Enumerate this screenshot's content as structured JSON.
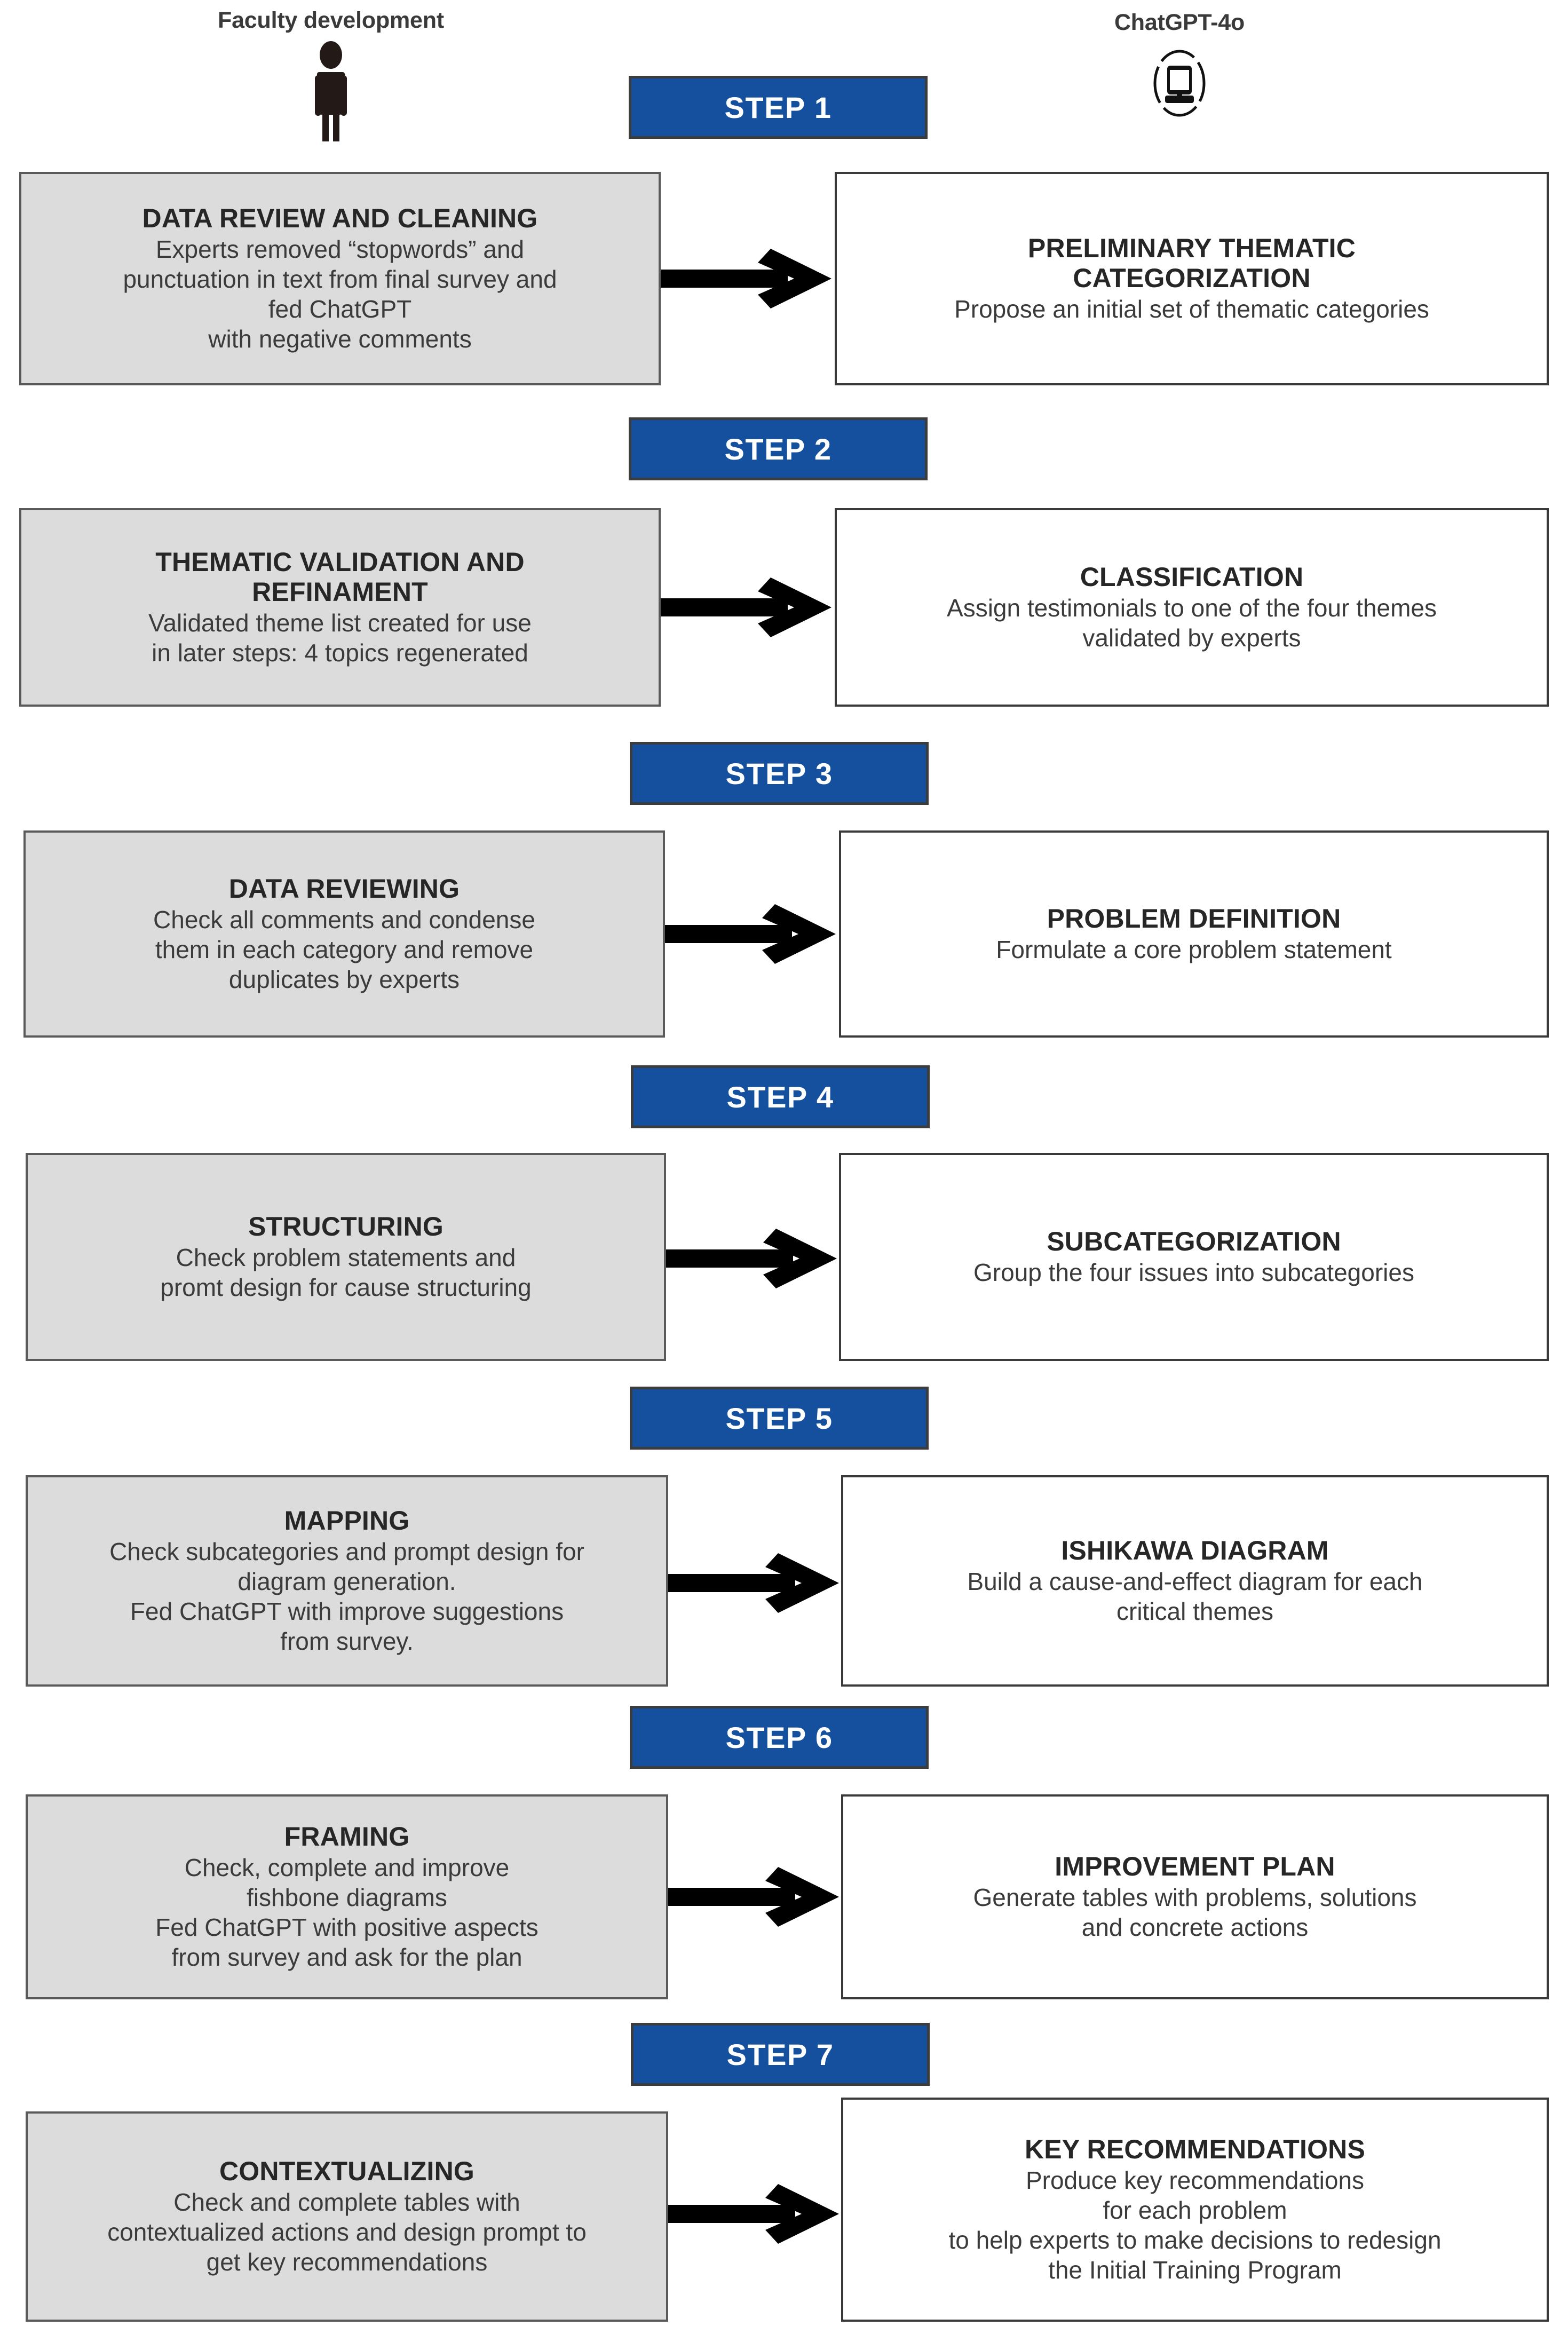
{
  "actors": [
    {
      "id": "faculty",
      "label": "Faculty development",
      "icon": "person-icon"
    },
    {
      "id": "chatgpt",
      "label": "ChatGPT-4o",
      "icon": "computer-monitor-icon"
    }
  ],
  "colors": {
    "step_badge_bg": "#14509E",
    "step_badge_text": "#FFFFFF",
    "left_box_bg": "#DCDCDC",
    "right_box_bg": "#FFFFFF",
    "border": "#3A3A3A",
    "arrow": "#000000"
  },
  "steps": [
    {
      "badge": "STEP 1",
      "left": {
        "title": "DATA REVIEW AND CLEANING",
        "body": "Experts removed “stopwords” and\npunctuation in text from final survey and\nfed ChatGPT\nwith negative comments"
      },
      "right": {
        "title": "PRELIMINARY THEMATIC\nCATEGORIZATION",
        "body": "Propose an initial set of thematic categories"
      },
      "arrow": "right-arrow-icon"
    },
    {
      "badge": "STEP 2",
      "left": {
        "title": "THEMATIC VALIDATION AND\nREFINAMENT",
        "body": "Validated theme list created for use\nin later steps:  4 topics regenerated"
      },
      "right": {
        "title": "CLASSIFICATION",
        "body": "Assign testimonials to one of the four themes\nvalidated by  experts"
      },
      "arrow": "right-arrow-icon"
    },
    {
      "badge": "STEP 3",
      "left": {
        "title": "DATA REVIEWING",
        "body": "Check all comments and condense\nthem in each category and remove\nduplicates by experts"
      },
      "right": {
        "title": "PROBLEM DEFINITION",
        "body": "Formulate a core problem statement"
      },
      "arrow": "right-arrow-icon"
    },
    {
      "badge": "STEP 4",
      "left": {
        "title": "STRUCTURING",
        "body": "Check problem statements and\npromt design for cause structuring"
      },
      "right": {
        "title": "SUBCATEGORIZATION",
        "body": "Group the four issues into subcategories"
      },
      "arrow": "right-arrow-icon"
    },
    {
      "badge": "STEP 5",
      "left": {
        "title": "MAPPING",
        "body": "Check subcategories and prompt design for\ndiagram generation.\nFed ChatGPT with  improve suggestions\nfrom survey."
      },
      "right": {
        "title": "ISHIKAWA DIAGRAM",
        "body": "Build a cause-and-effect diagram for each\ncritical themes"
      },
      "arrow": "right-arrow-icon"
    },
    {
      "badge": "STEP 6",
      "left": {
        "title": "FRAMING",
        "body": "Check, complete and improve\nfishbone diagrams\nFed ChatGPT with  positive aspects\nfrom survey and ask for the plan"
      },
      "right": {
        "title": "IMPROVEMENT PLAN",
        "body": "Generate tables with problems, solutions\nand concrete actions"
      },
      "arrow": "right-arrow-icon"
    },
    {
      "badge": "STEP 7",
      "left": {
        "title": "CONTEXTUALIZING",
        "body": "Check and complete tables with\ncontextualized actions and design prompt to\nget key  recommendations"
      },
      "right": {
        "title": "KEY RECOMMENDATIONS",
        "body": "Produce key recommendations\nfor each problem\nto help experts to make decisions to redesign\nthe Initial Training Program"
      },
      "arrow": "right-arrow-icon"
    }
  ]
}
